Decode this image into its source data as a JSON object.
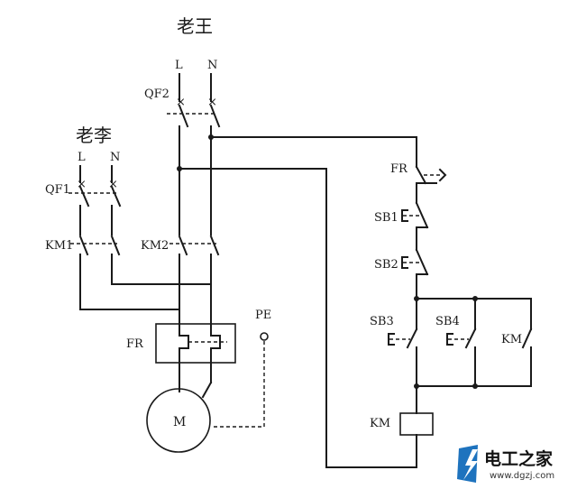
{
  "labels": {
    "laowang": "老王",
    "laoli": "老李",
    "l_main": "L",
    "n_main": "N",
    "l_sub": "L",
    "n_sub": "N",
    "qf2": "QF2",
    "qf1": "QF1",
    "km1": "KM1",
    "km2": "KM2",
    "fr_left": "FR",
    "pe": "PE",
    "motor": "M",
    "fr_right": "FR",
    "sb1": "SB1",
    "sb2": "SB2",
    "sb3": "SB3",
    "sb4": "SB4",
    "km_contact": "KM",
    "km_coil": "KM"
  },
  "watermark": {
    "text": "电工之家",
    "url": "www.dgzj.com",
    "color": "#1e73be"
  }
}
